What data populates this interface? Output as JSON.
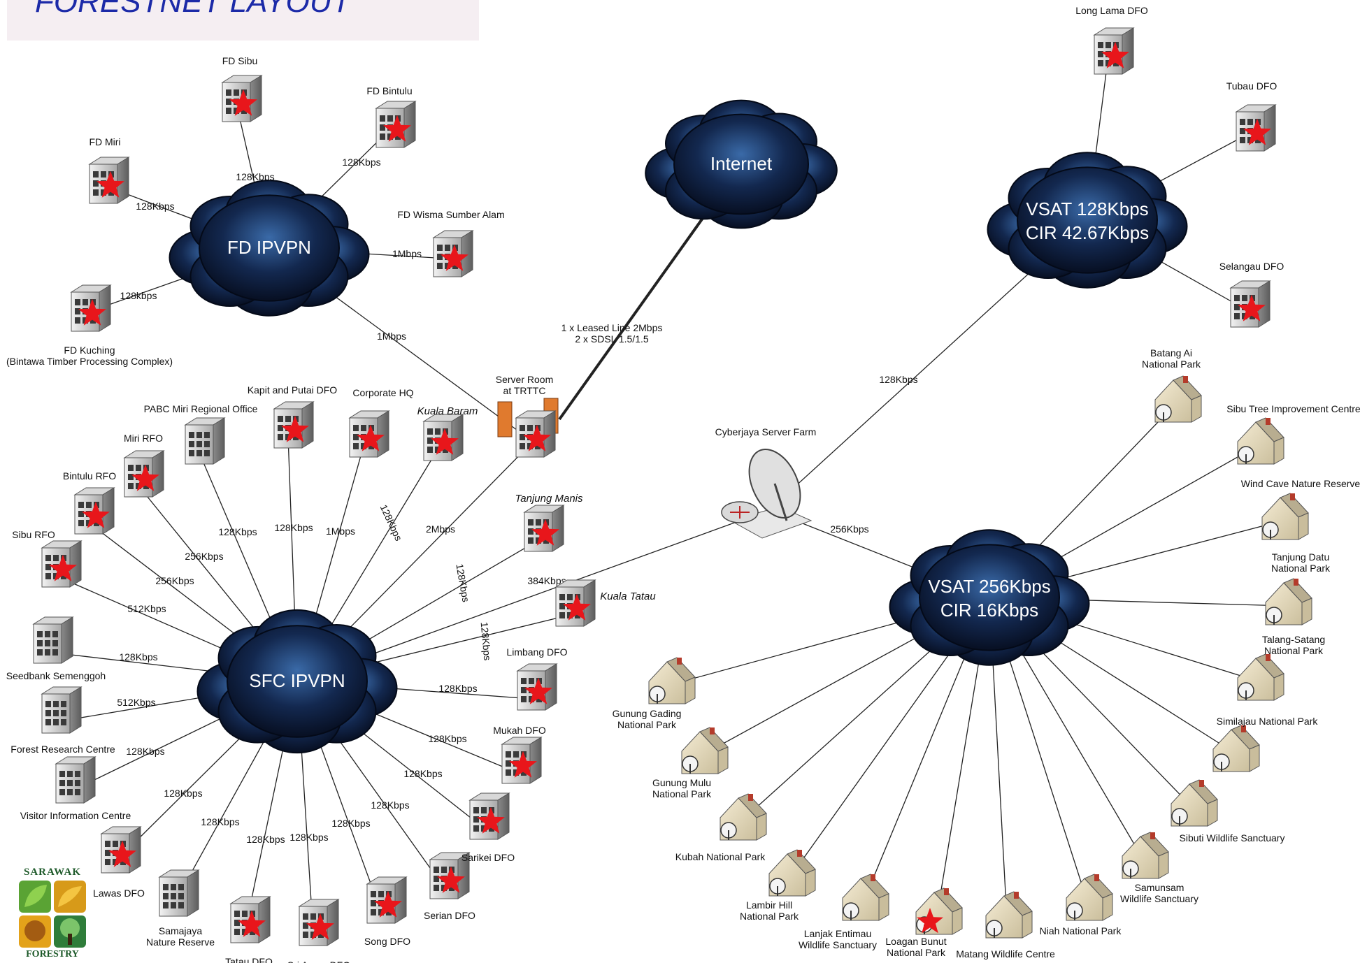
{
  "title": "FORESTNET LAYOUT",
  "logo": {
    "top_text": "SARAWAK",
    "bottom_text": "FORESTRY"
  },
  "clouds": {
    "internet": {
      "lines": [
        "Internet"
      ]
    },
    "fd_ipvpn": {
      "lines": [
        "FD IPVPN"
      ]
    },
    "sfc_ipvpn": {
      "lines": [
        "SFC IPVPN"
      ]
    },
    "vsat_128": {
      "lines": [
        "VSAT 128Kbps",
        "CIR 42.67Kbps"
      ]
    },
    "vsat_256": {
      "lines": [
        "VSAT 256Kbps",
        "CIR 16Kbps"
      ]
    }
  },
  "server_room": {
    "label_lines": [
      "Server Room",
      "at TRTTC"
    ]
  },
  "leased_line": {
    "lines": [
      "1 x Leased Line 2Mbps",
      "2 x SDSL 1.5/1.5"
    ]
  },
  "cyberjaya": {
    "label": "Cyberjaya Server Farm"
  },
  "fd_sites": [
    {
      "id": "fd-sibu",
      "lines": [
        "FD Sibu"
      ],
      "speed": "128Kbps",
      "star": true
    },
    {
      "id": "fd-bintulu",
      "lines": [
        "FD Bintulu"
      ],
      "speed": "128Kbps",
      "star": true
    },
    {
      "id": "fd-miri",
      "lines": [
        "FD Miri"
      ],
      "speed": "128Kbps",
      "star": true
    },
    {
      "id": "fd-wisma",
      "lines": [
        "FD Wisma Sumber Alam"
      ],
      "speed": "1Mbps",
      "star": true
    },
    {
      "id": "fd-kuching",
      "lines": [
        "FD Kuching",
        "(Bintawa Timber Processing Complex)"
      ],
      "speed": "128kbps",
      "star": true
    }
  ],
  "fd_to_server_speed": "1Mbps",
  "sfc_sites": [
    {
      "id": "kapit",
      "lines": [
        "Kapit and Putai DFO"
      ],
      "speed": "128Kbps",
      "star": true,
      "italic": false
    },
    {
      "id": "corporate-hq",
      "lines": [
        "Corporate HQ"
      ],
      "speed": "1Mbps",
      "star": true,
      "italic": false
    },
    {
      "id": "kuala-baram",
      "lines": [
        "Kuala Baram"
      ],
      "speed": "128Kbps",
      "star": true,
      "italic": true
    },
    {
      "id": "pabc-miri",
      "lines": [
        "PABC Miri Regional Office"
      ],
      "speed": "128Kbps",
      "star": false,
      "italic": false
    },
    {
      "id": "miri-rfo",
      "lines": [
        "Miri RFO"
      ],
      "speed": "256Kbps",
      "star": true,
      "italic": false
    },
    {
      "id": "bintulu-rfo",
      "lines": [
        "Bintulu RFO"
      ],
      "speed": "256Kbps",
      "star": true,
      "italic": false
    },
    {
      "id": "sibu-rfo",
      "lines": [
        "Sibu RFO"
      ],
      "speed": "512Kbps",
      "star": true,
      "italic": false
    },
    {
      "id": "seedbank",
      "lines": [
        "Seedbank Semenggoh"
      ],
      "speed": "128Kbps",
      "star": false,
      "italic": false
    },
    {
      "id": "forest-research",
      "lines": [
        "Forest Research Centre"
      ],
      "speed": "512Kbps",
      "star": false,
      "italic": false
    },
    {
      "id": "visitor-info",
      "lines": [
        "Visitor Information Centre"
      ],
      "speed": "128Kbps",
      "star": false,
      "italic": false
    },
    {
      "id": "lawas",
      "lines": [
        "Lawas DFO"
      ],
      "speed": "128Kbps",
      "star": true,
      "italic": false
    },
    {
      "id": "samajaya",
      "lines": [
        "Samajaya",
        "Nature Reserve"
      ],
      "speed": "128Kbps",
      "star": false,
      "italic": false
    },
    {
      "id": "tatau",
      "lines": [
        "Tatau DFO"
      ],
      "speed": "128Kbps",
      "star": true,
      "italic": false
    },
    {
      "id": "sri-aman",
      "lines": [
        "Sri Aman DFO"
      ],
      "speed": "128Kbps",
      "star": true,
      "italic": false
    },
    {
      "id": "song",
      "lines": [
        "Song DFO"
      ],
      "speed": "128Kbps",
      "star": true,
      "italic": false
    },
    {
      "id": "serian",
      "lines": [
        "Serian DFO"
      ],
      "speed": "128Kbps",
      "star": true,
      "italic": false
    },
    {
      "id": "sarikei",
      "lines": [
        "Sarikei DFO"
      ],
      "speed": "128Kbps",
      "star": true,
      "italic": false
    },
    {
      "id": "mukah",
      "lines": [
        "Mukah DFO"
      ],
      "speed": "128Kbps",
      "star": true,
      "italic": false
    },
    {
      "id": "limbang",
      "lines": [
        "Limbang DFO"
      ],
      "speed": "128Kbps",
      "star": true,
      "italic": false
    },
    {
      "id": "kuala-tatau",
      "lines": [
        "Kuala Tatau"
      ],
      "speed": "128Kbps",
      "star": true,
      "italic": true
    },
    {
      "id": "tanjung-manis",
      "lines": [
        "Tanjung Manis"
      ],
      "speed": "128Kbps",
      "star": true,
      "italic": true
    }
  ],
  "sfc_to_server_speed": "2Mbps",
  "sfc_to_cyberjaya_speed": "384Kbps",
  "cyberjaya_to_vsat128_speed": "128Kbps",
  "cyberjaya_to_vsat256_speed": "256Kbps",
  "vsat128_sites": [
    {
      "id": "long-lama",
      "lines": [
        "Long Lama DFO"
      ],
      "star": true
    },
    {
      "id": "tubau",
      "lines": [
        "Tubau DFO"
      ],
      "star": true
    },
    {
      "id": "selangau",
      "lines": [
        "Selangau DFO"
      ],
      "star": true
    }
  ],
  "vsat256_sites": [
    {
      "id": "batang-ai",
      "lines": [
        "Batang Ai",
        "National Park"
      ],
      "star": false
    },
    {
      "id": "sibu-tree",
      "lines": [
        "Sibu Tree Improvement Centre"
      ],
      "star": false
    },
    {
      "id": "wind-cave",
      "lines": [
        "Wind Cave Nature Reserve"
      ],
      "star": false
    },
    {
      "id": "tanjung-datu",
      "lines": [
        "Tanjung Datu",
        "National Park"
      ],
      "star": false
    },
    {
      "id": "talang-satang",
      "lines": [
        "Talang-Satang",
        "National Park"
      ],
      "star": false
    },
    {
      "id": "similajau",
      "lines": [
        "Similajau National Park"
      ],
      "star": false
    },
    {
      "id": "sibuti",
      "lines": [
        "Sibuti Wildlife Sanctuary"
      ],
      "star": false
    },
    {
      "id": "samunsam",
      "lines": [
        "Samunsam",
        "Wildlife Sanctuary"
      ],
      "star": false
    },
    {
      "id": "niah",
      "lines": [
        "Niah National Park"
      ],
      "star": false
    },
    {
      "id": "matang",
      "lines": [
        "Matang Wildlife Centre"
      ],
      "star": false
    },
    {
      "id": "loagan-bunut",
      "lines": [
        "Loagan Bunut",
        "National Park"
      ],
      "star": true
    },
    {
      "id": "lanjak-entimau",
      "lines": [
        "Lanjak Entimau",
        "Wildlife Sanctuary"
      ],
      "star": false
    },
    {
      "id": "lambir-hill",
      "lines": [
        "Lambir Hill",
        "National Park"
      ],
      "star": false
    },
    {
      "id": "kubah",
      "lines": [
        "Kubah National Park"
      ],
      "star": false
    },
    {
      "id": "gunung-mulu",
      "lines": [
        "Gunung Mulu",
        "National Park"
      ],
      "star": false
    },
    {
      "id": "gunung-gading",
      "lines": [
        "Gunung Gading",
        "National Park"
      ],
      "star": false
    }
  ],
  "colors": {
    "cloud": "#0d1e3d",
    "star": "#e8161b",
    "title": "#1c2aa8",
    "line": "#222222"
  }
}
